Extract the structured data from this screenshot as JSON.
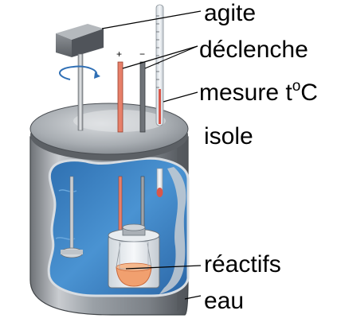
{
  "labels": {
    "agite": "agite",
    "declenche": "déclenche",
    "mesure_main": "mesure t",
    "mesure_sup": "o",
    "mesure_unit": "C",
    "isole": "isole",
    "reactifs": "réactifs",
    "eau": "eau"
  },
  "electrodes": {
    "plus": "+",
    "minus": "−"
  },
  "colors": {
    "metal": "#8e9196",
    "water": "#3f86c8",
    "inner_wall": "#b9bec4",
    "electrode_red": "#e7806a",
    "mixture": "#f1a06f"
  }
}
